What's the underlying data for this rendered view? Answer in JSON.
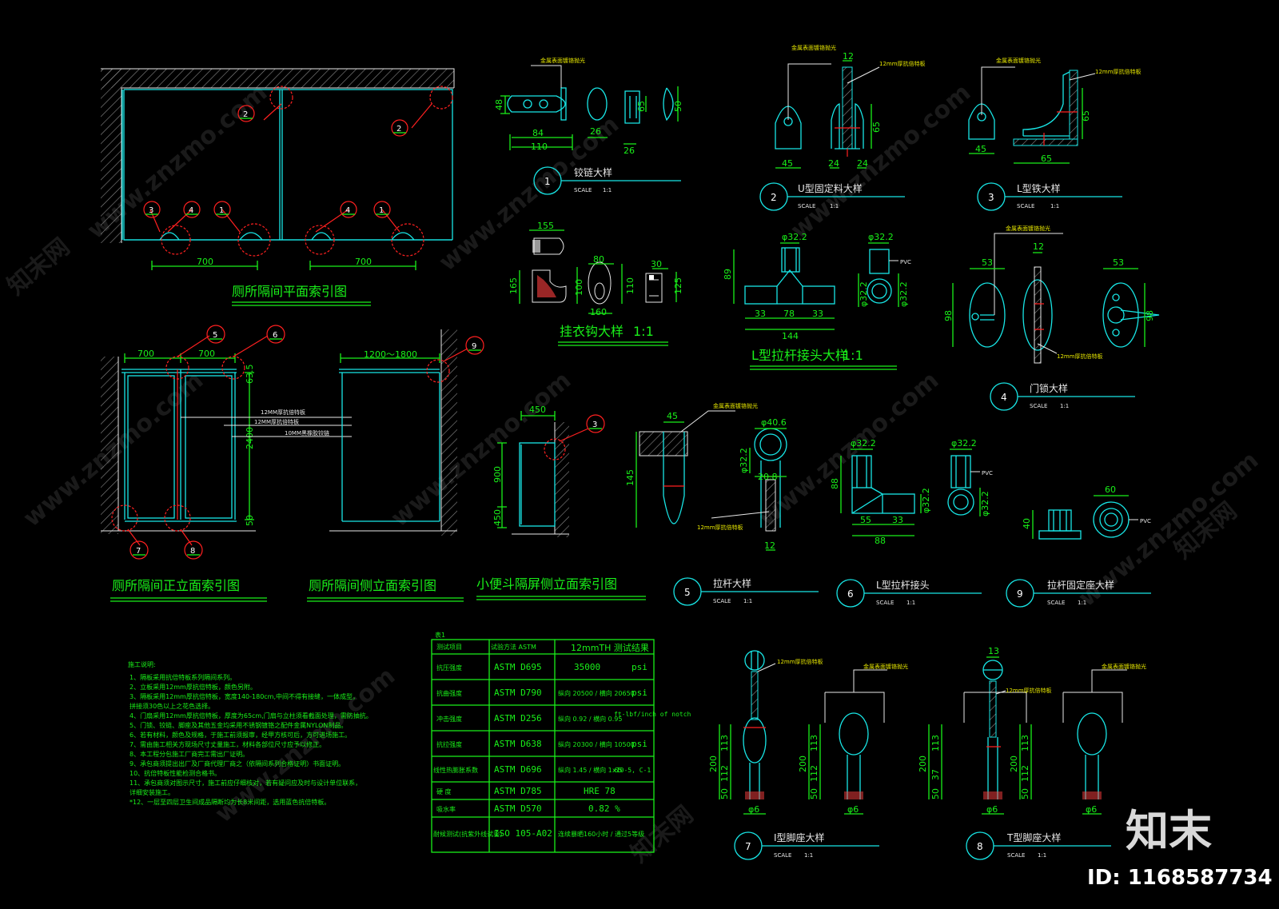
{
  "watermark": {
    "site": "www.znzmo.com",
    "brand": "知末网",
    "logo": "知末",
    "id": "ID: 1168587734"
  },
  "plan": {
    "title": "厕所隔间平面索引图",
    "dim1": "700",
    "dim2": "700",
    "tags": [
      "2",
      "2",
      "3",
      "4",
      "1",
      "4",
      "1"
    ]
  },
  "front": {
    "title": "厕所隔间正立面索引图",
    "dim1": "700",
    "dim2": "700",
    "height": "2400",
    "top": "63.5",
    "bottom": "50",
    "note1": "12MM厚抗倍特板",
    "note2": "12MM厚抗倍特板",
    "note3": "10MM黑橡胶铰链",
    "tags": [
      "5",
      "6",
      "7",
      "8"
    ]
  },
  "side": {
    "title": "厕所隔间侧立面索引图",
    "dim": "1200～1800",
    "tag": "9"
  },
  "urinal": {
    "title": "小便斗隔屏侧立面索引图",
    "width": "450",
    "h1": "900",
    "h2": "450",
    "tag": "3"
  },
  "hinge": {
    "num": "1",
    "name": "铰链大样",
    "scale_label": "SCALE",
    "scale": "1:1",
    "note": "金属表面镀铬抛光",
    "d1": "84",
    "d2": "110",
    "d3": "48",
    "d4": "26",
    "d5": "65",
    "d6": "26",
    "d7": "50"
  },
  "ubracket": {
    "num": "2",
    "name": "U型固定料大样",
    "scale_label": "SCALE",
    "scale": "1:1",
    "note1": "金属表面镀铬抛光",
    "note2": "12mm厚抗倍特板",
    "d1": "45",
    "d2": "24",
    "d3": "24",
    "d4": "12",
    "d5": "65"
  },
  "lbracket": {
    "num": "3",
    "name": "L型铁大样",
    "scale_label": "SCALE",
    "scale": "1:1",
    "note1": "金属表面镀铬抛光",
    "note2": "12mm厚抗倍特板",
    "d1": "45",
    "d2": "65",
    "d3": "65"
  },
  "hook": {
    "name": "挂衣钩大样",
    "scale": "1:1",
    "d1": "155",
    "d2": "165",
    "d3": "80",
    "d4": "160",
    "d5": "100",
    "d6": "110",
    "d7": "30",
    "d8": "125"
  },
  "lconnector": {
    "name": "L型拉杆接头大样",
    "scale": "1:1",
    "d1": "φ32.2",
    "d2": "φ32.2",
    "d3": "89",
    "d4": "33",
    "d5": "78",
    "d6": "33",
    "d7": "144",
    "d8": "φ32.2",
    "d9": "φ32.2",
    "pvc": "PVC"
  },
  "lock": {
    "num": "4",
    "name": "门锁大样",
    "scale_label": "SCALE",
    "scale": "1:1",
    "note1": "金属表面镀铬抛光",
    "note2": "12mm厚抗倍特板",
    "d1": "53",
    "d2": "12",
    "d3": "53",
    "d4": "98",
    "d5": "98"
  },
  "bar": {
    "num": "5",
    "name": "拉杆大样",
    "scale_label": "SCALE",
    "scale": "1:1",
    "note1": "金属表面镀铬抛光",
    "note2": "12mm厚抗倍特板",
    "d1": "45",
    "d2": "145",
    "d3": "φ40.6",
    "d4": "φ32.2",
    "d5": "20.8",
    "d6": "12"
  },
  "ljoint": {
    "num": "6",
    "name": "L型拉杆接头",
    "scale_label": "SCALE",
    "scale": "1:1",
    "d1": "φ32.2",
    "d2": "φ32.2",
    "d3": "88",
    "d4": "55",
    "d5": "33",
    "d6": "88",
    "d7": "φ32.2",
    "d8": "φ32.2",
    "pvc": "PVC"
  },
  "seat": {
    "num": "9",
    "name": "拉杆固定座大样",
    "scale_label": "SCALE",
    "scale": "1:1",
    "d1": "60",
    "d2": "40",
    "pvc": "PVC"
  },
  "ifoot": {
    "num": "7",
    "name": "I型脚座大样",
    "scale_label": "SCALE",
    "scale": "1:1",
    "note1": "12mm厚抗倍特板",
    "note2": "金属表面镀铬抛光",
    "d1": "200",
    "d2": "113",
    "d3": "112",
    "d4": "50",
    "d5": "φ6",
    "d6": "200",
    "d7": "113",
    "d8": "112",
    "d9": "50",
    "d10": "φ6"
  },
  "tfoot": {
    "num": "8",
    "name": "T型脚座大样",
    "scale_label": "SCALE",
    "scale": "1:1",
    "note1": "12mm厚抗倍特板",
    "note2": "金属表面镀铬抛光",
    "d1": "13",
    "d2": "200",
    "d3": "113",
    "d4": "37",
    "d5": "50",
    "d6": "φ6",
    "d7": "200",
    "d8": "113",
    "d9": "112",
    "d10": "50",
    "d11": "φ6"
  },
  "notes": {
    "title": "施工说明:",
    "lines": [
      "1、隔板采用抗倍特板系列隔间系列。",
      "2、立板采用12mm厚抗倍特板，颜色另附。",
      "3、隔板采用12mm厚抗倍特板，宽度140-180cm,中间不得有接缝，一体成型，",
      "   拼接须30色以上之花色选择。",
      "4、门扇采用12mm厚抗倍特板，厚度为65cm,门扇与立柱须看截面处理，需防抽抗。",
      "5、门锁、铰链、脚座及其他五金均采用不锈钢镀铬之配件金属NYLON制品。",
      "6、若有材料，颜色及规格，于施工前须报审，经甲方核可后，方可进场施工。",
      "7、需由施工相关方现场尺寸丈量施工，材料各部位尺寸应予以修正。",
      "8、本工程分包施工厂商完工需出厂证明。",
      "9、承包商须提出出厂及厂商代理厂商之（依隔间系列合格证明）书面证明。",
      "10、抗倍特板性能检测合格书。",
      "11、承包商须对图示尺寸，施工前应仔细核对，若有疑问应及时与设计单位联系，",
      "    详细安装施工。",
      "*12、一层至四层卫生间成品隔断均为长8米间距，选用蓝色抗倍特板。"
    ]
  },
  "table": {
    "caption": "表1",
    "headers": [
      "测试项目",
      "试验方法 ASTM",
      "12mmTH 测试结果"
    ],
    "rows": [
      [
        "抗压强度",
        "ASTM D695",
        "35000",
        "psi"
      ],
      [
        "抗曲强度",
        "ASTM D790",
        "纵向 20500 / 横向 20650",
        "psi"
      ],
      [
        "冲击强度",
        "ASTM D256",
        "纵向 0.92 / 横向 0.95",
        "ft-lbf/inch of notch"
      ],
      [
        "抗拉强度",
        "ASTM D638",
        "纵向 20300 / 横向 10500",
        "psi"
      ],
      [
        "线性热膨胀系数",
        "ASTM D696",
        "纵向 1.45 / 横向 1.65",
        "x10-5, C-1"
      ],
      [
        "硬 度",
        "ASTM D785",
        "HRE 78",
        ""
      ],
      [
        "吸水率",
        "ASTM D570",
        "0.82 %",
        ""
      ],
      [
        "耐候测试(抗紫外线试验)",
        "ISO 105-A02",
        "连续暴晒160小时 / 通过5等级",
        ""
      ]
    ]
  }
}
